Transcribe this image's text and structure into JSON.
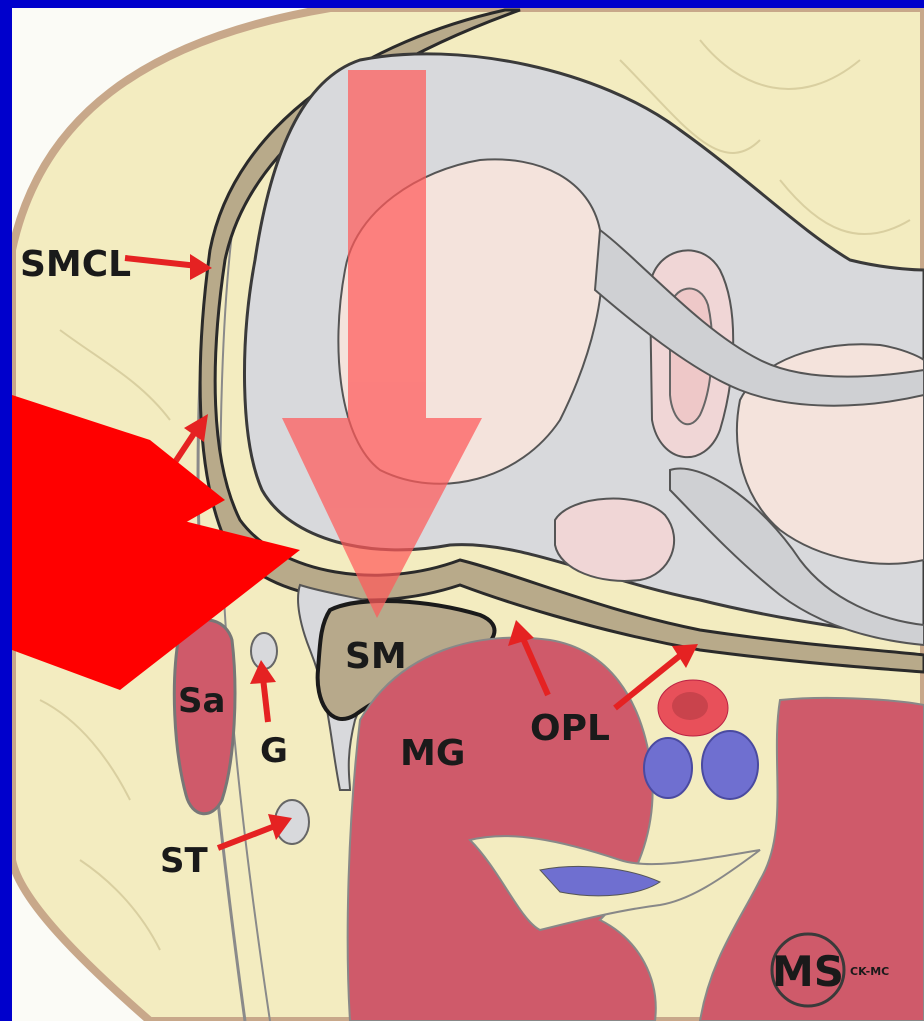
{
  "figure": {
    "labels": {
      "smcl": "SMCL",
      "sm": "SM",
      "sa": "Sa",
      "g": "G",
      "mg": "MG",
      "opl": "OPL",
      "st": "ST"
    },
    "colors": {
      "frame": "#0000cc",
      "fat": "#f3ecc0",
      "bone_gray": "#d8d9dc",
      "marrow": "#f4e3dc",
      "muscle": "#cf5a6a",
      "capsule": "#b8aa8a",
      "vessel_red": "#e8505a",
      "vessel_blue": "#6f6fd0",
      "arrow_red": "#ff0000",
      "arrow_overlay": "#ff5a5a"
    },
    "logo_text": "MS",
    "watermark_text": "CK-MC"
  }
}
